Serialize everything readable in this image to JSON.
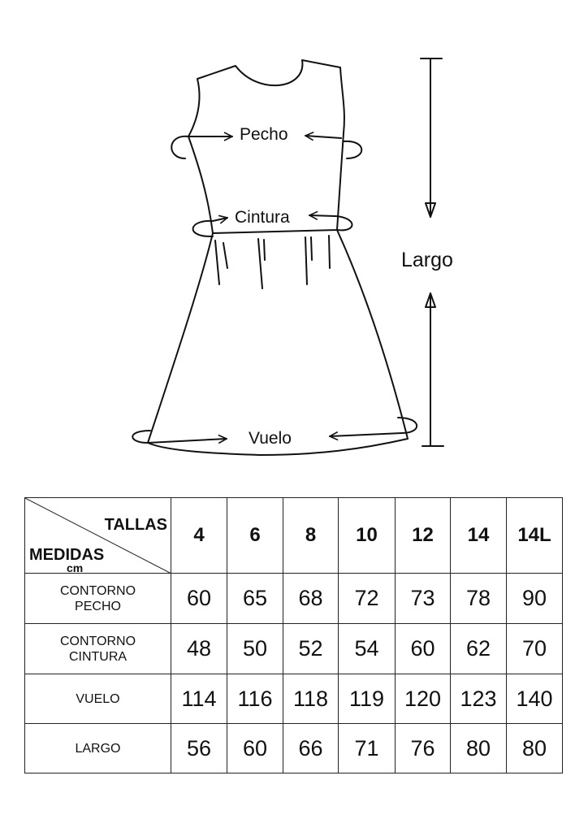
{
  "labels": {
    "pecho": "Pecho",
    "cintura": "Cintura",
    "vuelo": "Vuelo",
    "largo": "Largo"
  },
  "table": {
    "corner_top": "TALLAS",
    "corner_bottom": "MEDIDAS",
    "corner_unit": "cm",
    "sizes": [
      "4",
      "6",
      "8",
      "10",
      "12",
      "14",
      "14L"
    ],
    "rows": [
      {
        "label_lines": [
          "CONTORNO",
          "PECHO"
        ],
        "values": [
          "60",
          "65",
          "68",
          "72",
          "73",
          "78",
          "90"
        ]
      },
      {
        "label_lines": [
          "CONTORNO",
          "CINTURA"
        ],
        "values": [
          "48",
          "50",
          "52",
          "54",
          "60",
          "62",
          "70"
        ]
      },
      {
        "label_lines": [
          "VUELO"
        ],
        "values": [
          "114",
          "116",
          "118",
          "119",
          "120",
          "123",
          "140"
        ]
      },
      {
        "label_lines": [
          "LARGO"
        ],
        "values": [
          "56",
          "60",
          "66",
          "71",
          "76",
          "80",
          "80"
        ]
      }
    ]
  }
}
